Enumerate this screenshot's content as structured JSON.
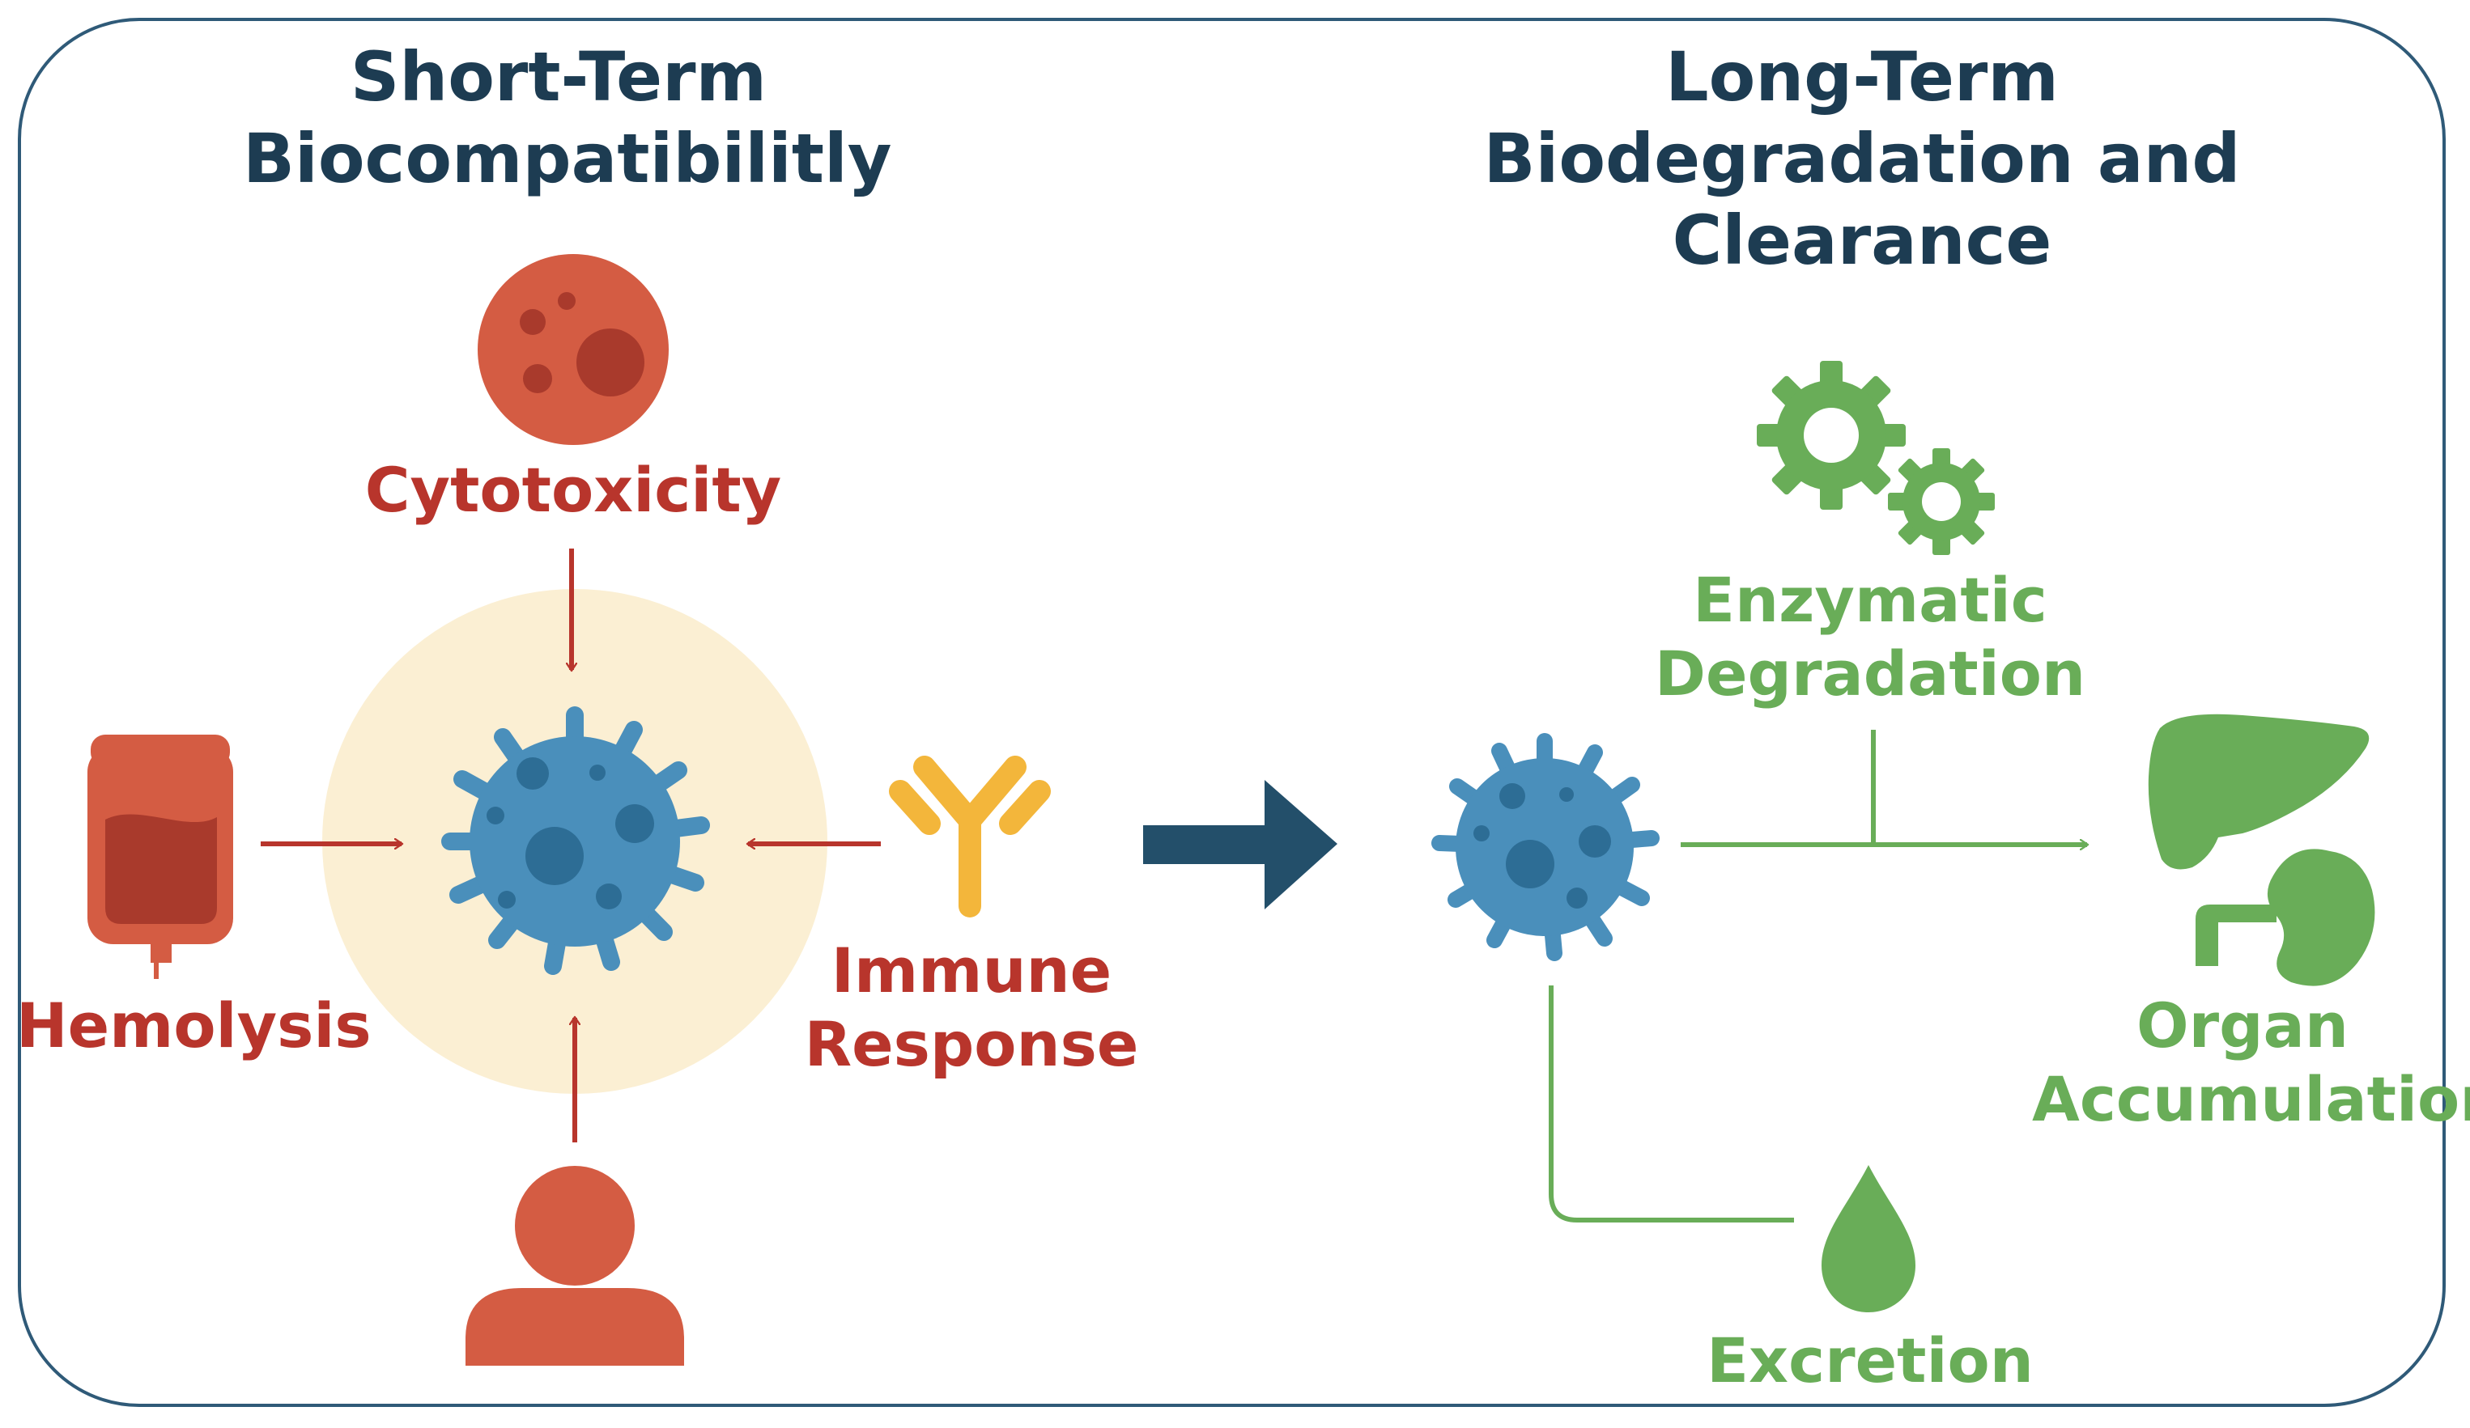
{
  "left_panel": {
    "title_line1": "Short-Term",
    "title_line2": "Biocompatibilitly",
    "labels": {
      "cytotoxicity": "Cytotoxicity",
      "hemolysis": "Hemolysis",
      "immune_line1": "Immune",
      "immune_line2": "Response"
    }
  },
  "right_panel": {
    "title_line1": "Long-Term",
    "title_line2": "Biodegradation and",
    "title_line3": "Clearance",
    "labels": {
      "enzymatic_line1": "Enzymatic",
      "enzymatic_line2": "Degradation",
      "organ_line1": "Organ",
      "organ_line2": "Accumulation",
      "excretion": "Excretion"
    }
  },
  "colors": {
    "frame": "#2f5a78",
    "title": "#1d3c52",
    "red": "#b8352c",
    "cell_red": "#d45c43",
    "nanoparticle_blue": "#4a8fbb",
    "halo": "#fbefd3",
    "antibody_yellow": "#f3b63b",
    "green": "#69ad58",
    "arrow_dark": "#234f6a"
  }
}
